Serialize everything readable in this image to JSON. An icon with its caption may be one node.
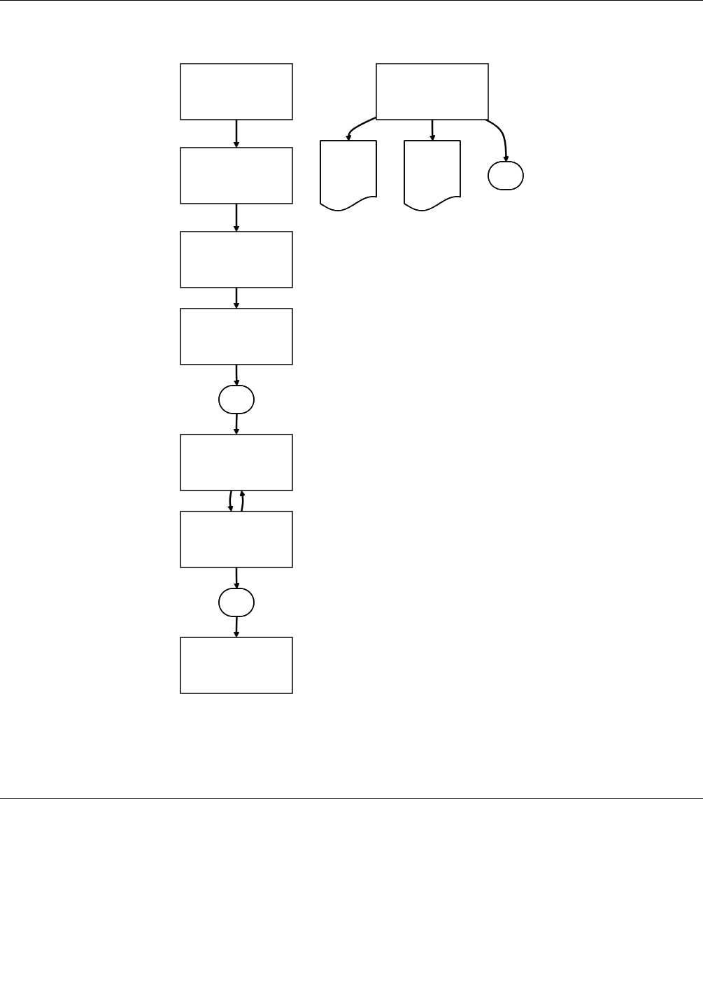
{
  "diagram": {
    "nodes": [
      {
        "text": [],
        "shape": "box"
      },
      {
        "text": [],
        "shape": "box"
      },
      {
        "text": [],
        "shape": "box"
      },
      {
        "text": [],
        "shape": "box"
      },
      {
        "text": [],
        "shape": "stadium"
      },
      {
        "text": [],
        "shape": "box"
      },
      {
        "text": [],
        "shape": "box"
      },
      {
        "text": [],
        "shape": "stadium"
      },
      {
        "text": [],
        "shape": "box"
      },
      {
        "text": [],
        "shape": "note"
      },
      {
        "text": [],
        "shape": "box"
      },
      {
        "text": [],
        "shape": "note"
      },
      {
        "text": [],
        "shape": "stadium"
      }
    ],
    "edges": [
      {
        "from": 0,
        "to": 1,
        "arrow": "to"
      },
      {
        "from": 1,
        "to": 2,
        "arrow": "to"
      },
      {
        "from": 2,
        "to": 3,
        "arrow": "to"
      },
      {
        "from": 3,
        "to": 4,
        "arrow": "to"
      },
      {
        "from": 4,
        "to": 5,
        "arrow": "to"
      },
      {
        "from": 5,
        "to": 6,
        "arrow": "to"
      },
      {
        "from": 6,
        "to": 5,
        "arrow": "to"
      },
      {
        "from": 6,
        "to": 7,
        "arrow": "to"
      },
      {
        "from": 7,
        "to": 8,
        "arrow": "to"
      },
      {
        "from": 10,
        "to": 9,
        "arrow": "to"
      },
      {
        "from": 10,
        "to": 11,
        "arrow": "to"
      },
      {
        "from": 10,
        "to": 12,
        "arrow": "to"
      }
    ]
  }
}
